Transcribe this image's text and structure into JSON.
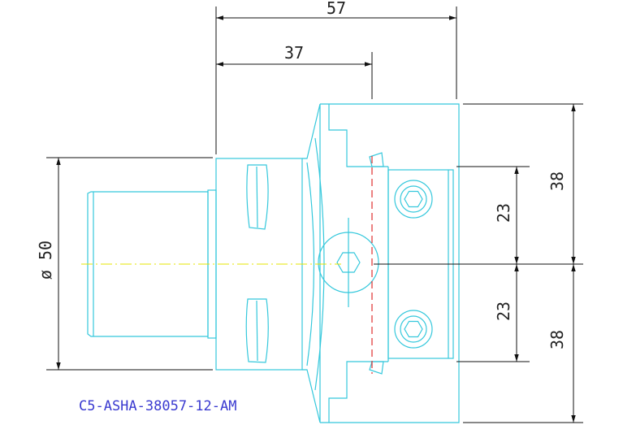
{
  "drawing": {
    "part_number": "C5-ASHA-38057-12-AM",
    "dimensions": {
      "overall_length": "57",
      "body_length": "37",
      "shank_diameter": "ø 50",
      "upper_height": "38",
      "lower_height": "38",
      "upper_offset": "23",
      "lower_offset": "23"
    },
    "colors": {
      "outline": "#35c8dc",
      "centerline": "#e5e500",
      "hidden_line": "#e03030",
      "dimension": "#111111",
      "part_label": "#3a3ad0"
    }
  }
}
